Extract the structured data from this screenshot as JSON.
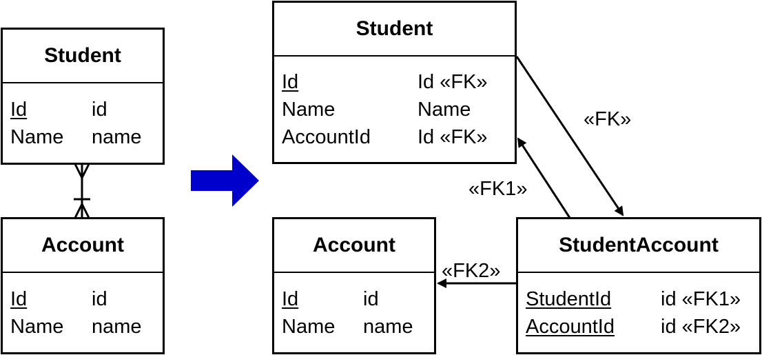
{
  "left": {
    "student": {
      "title": "Student",
      "rows": [
        {
          "name": "Id",
          "type": "id"
        },
        {
          "name": "Name",
          "type": "name"
        }
      ]
    },
    "account": {
      "title": "Account",
      "rows": [
        {
          "name": "Id",
          "type": "id"
        },
        {
          "name": "Name",
          "type": "name"
        }
      ]
    }
  },
  "right": {
    "student": {
      "title": "Student",
      "rows": [
        {
          "name": "Id",
          "type": "Id «FK»"
        },
        {
          "name": "Name",
          "type": "Name"
        },
        {
          "name": "AccountId",
          "type": "Id «FK»"
        }
      ]
    },
    "account": {
      "title": "Account",
      "rows": [
        {
          "name": "Id",
          "type": "id"
        },
        {
          "name": "Name",
          "type": "name"
        }
      ]
    },
    "student_account": {
      "title": "StudentAccount",
      "rows": [
        {
          "name": "StudentId",
          "type": "id «FK1»"
        },
        {
          "name": "AccountId",
          "type": "id «FK2»"
        }
      ]
    }
  },
  "labels": {
    "fk": "«FK»",
    "fk1": "«FK1»",
    "fk2": "«FK2»"
  },
  "colors": {
    "transform_arrow": "#0000cc"
  }
}
